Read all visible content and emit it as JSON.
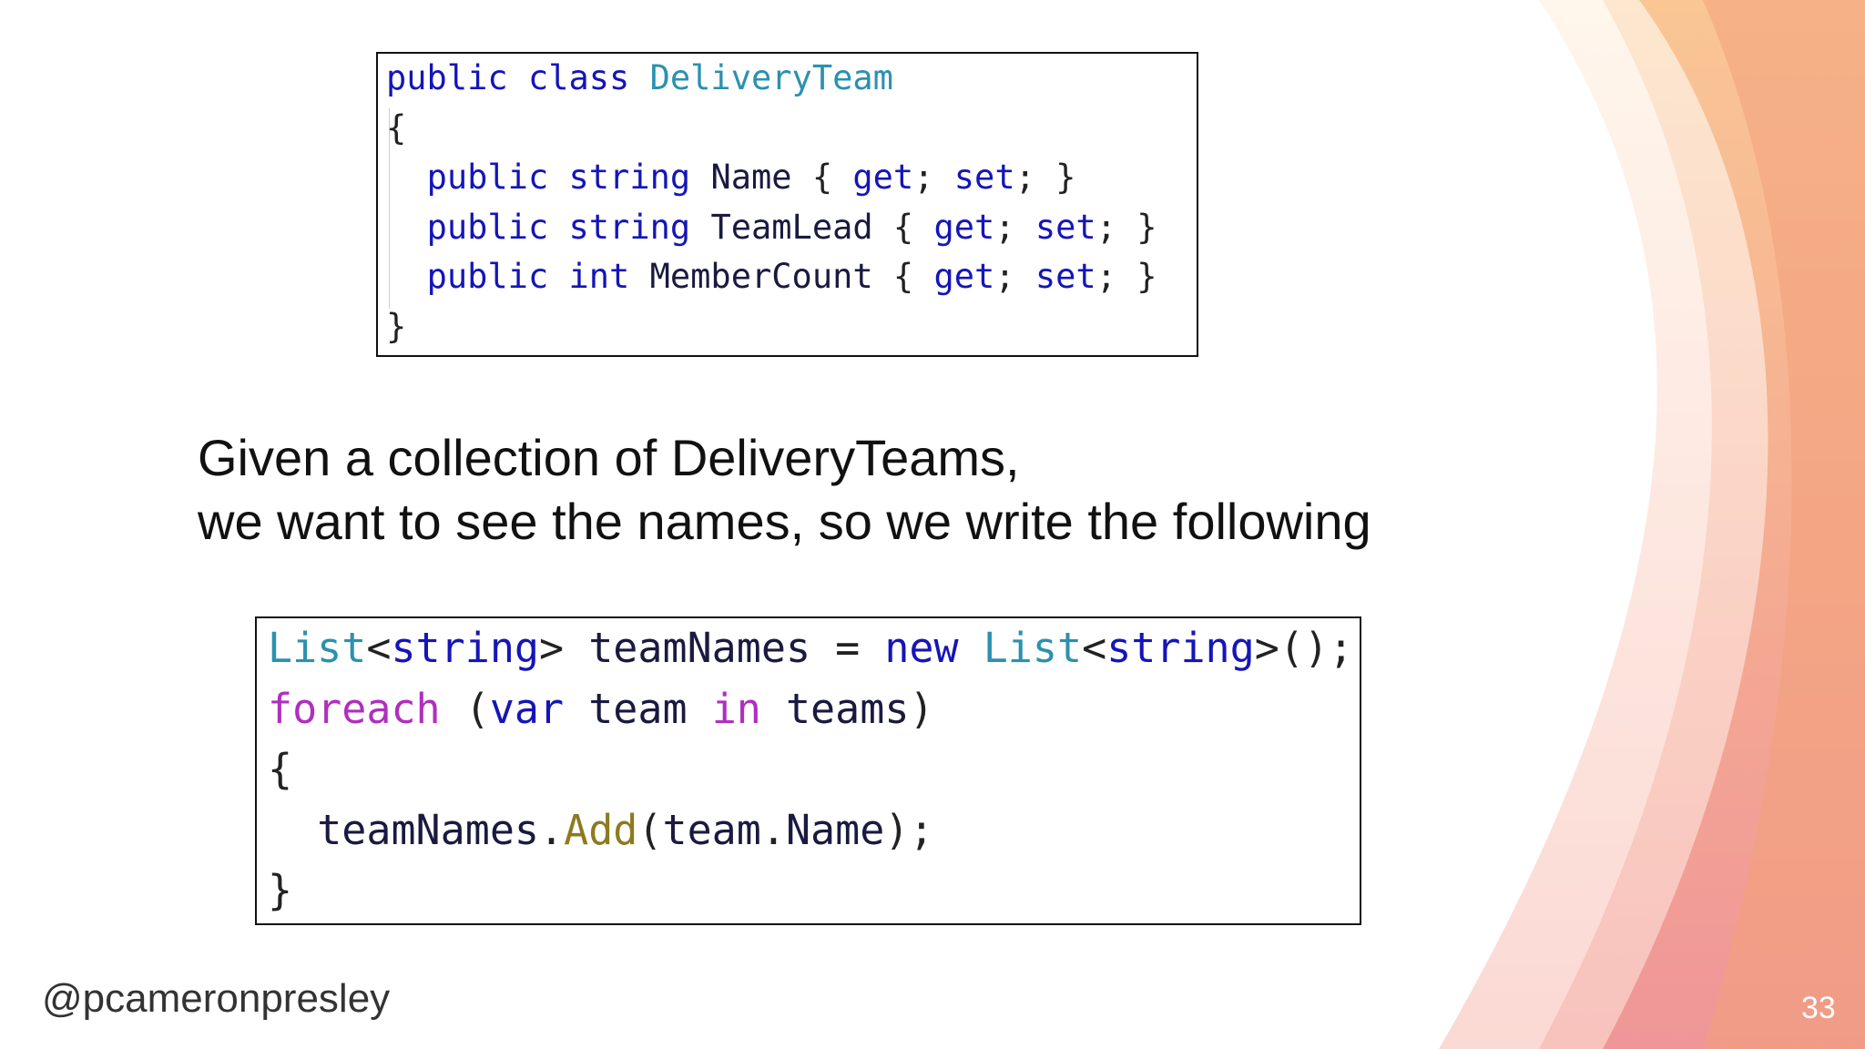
{
  "slide": {
    "code_block_1": {
      "lines": [
        [
          {
            "t": "public",
            "c": "kw"
          },
          {
            "t": " ",
            "c": "pu"
          },
          {
            "t": "class",
            "c": "kw"
          },
          {
            "t": " ",
            "c": "pu"
          },
          {
            "t": "DeliveryTeam",
            "c": "ty"
          }
        ],
        [
          {
            "t": "{",
            "c": "pu"
          }
        ],
        [
          {
            "t": "  ",
            "c": "pu"
          },
          {
            "t": "public",
            "c": "kw"
          },
          {
            "t": " ",
            "c": "pu"
          },
          {
            "t": "string",
            "c": "kw"
          },
          {
            "t": " ",
            "c": "pu"
          },
          {
            "t": "Name",
            "c": "id"
          },
          {
            "t": " { ",
            "c": "pu"
          },
          {
            "t": "get",
            "c": "kw"
          },
          {
            "t": "; ",
            "c": "pu"
          },
          {
            "t": "set",
            "c": "kw"
          },
          {
            "t": "; }",
            "c": "pu"
          }
        ],
        [
          {
            "t": "  ",
            "c": "pu"
          },
          {
            "t": "public",
            "c": "kw"
          },
          {
            "t": " ",
            "c": "pu"
          },
          {
            "t": "string",
            "c": "kw"
          },
          {
            "t": " ",
            "c": "pu"
          },
          {
            "t": "TeamLead",
            "c": "id"
          },
          {
            "t": " { ",
            "c": "pu"
          },
          {
            "t": "get",
            "c": "kw"
          },
          {
            "t": "; ",
            "c": "pu"
          },
          {
            "t": "set",
            "c": "kw"
          },
          {
            "t": "; }",
            "c": "pu"
          }
        ],
        [
          {
            "t": "  ",
            "c": "pu"
          },
          {
            "t": "public",
            "c": "kw"
          },
          {
            "t": " ",
            "c": "pu"
          },
          {
            "t": "int",
            "c": "kw"
          },
          {
            "t": " ",
            "c": "pu"
          },
          {
            "t": "MemberCount",
            "c": "id"
          },
          {
            "t": " { ",
            "c": "pu"
          },
          {
            "t": "get",
            "c": "kw"
          },
          {
            "t": "; ",
            "c": "pu"
          },
          {
            "t": "set",
            "c": "kw"
          },
          {
            "t": "; }",
            "c": "pu"
          }
        ],
        [
          {
            "t": "}",
            "c": "pu"
          }
        ]
      ]
    },
    "caption": {
      "line1": "Given a collection of DeliveryTeams,",
      "line2": "we want to see the names, so we write the following"
    },
    "code_block_2": {
      "lines": [
        [
          {
            "t": "List",
            "c": "ty"
          },
          {
            "t": "<",
            "c": "pu"
          },
          {
            "t": "string",
            "c": "kw"
          },
          {
            "t": "> ",
            "c": "pu"
          },
          {
            "t": "teamNames",
            "c": "id"
          },
          {
            "t": " = ",
            "c": "pu"
          },
          {
            "t": "new",
            "c": "kw"
          },
          {
            "t": " ",
            "c": "pu"
          },
          {
            "t": "List",
            "c": "ty"
          },
          {
            "t": "<",
            "c": "pu"
          },
          {
            "t": "string",
            "c": "kw"
          },
          {
            "t": ">();",
            "c": "pu"
          }
        ],
        [
          {
            "t": "foreach",
            "c": "ctl"
          },
          {
            "t": " (",
            "c": "pu"
          },
          {
            "t": "var",
            "c": "kw"
          },
          {
            "t": " ",
            "c": "pu"
          },
          {
            "t": "team",
            "c": "id"
          },
          {
            "t": " ",
            "c": "pu"
          },
          {
            "t": "in",
            "c": "ctl"
          },
          {
            "t": " ",
            "c": "pu"
          },
          {
            "t": "teams",
            "c": "id"
          },
          {
            "t": ")",
            "c": "pu"
          }
        ],
        [
          {
            "t": "{",
            "c": "pu"
          }
        ],
        [
          {
            "t": "  ",
            "c": "pu"
          },
          {
            "t": "teamNames",
            "c": "id"
          },
          {
            "t": ".",
            "c": "pu"
          },
          {
            "t": "Add",
            "c": "mt"
          },
          {
            "t": "(",
            "c": "pu"
          },
          {
            "t": "team",
            "c": "id"
          },
          {
            "t": ".",
            "c": "pu"
          },
          {
            "t": "Name",
            "c": "id"
          },
          {
            "t": ");",
            "c": "pu"
          }
        ],
        [
          {
            "t": "}",
            "c": "pu"
          }
        ]
      ]
    },
    "handle": "@pcameronpresley",
    "page_number": "33"
  }
}
